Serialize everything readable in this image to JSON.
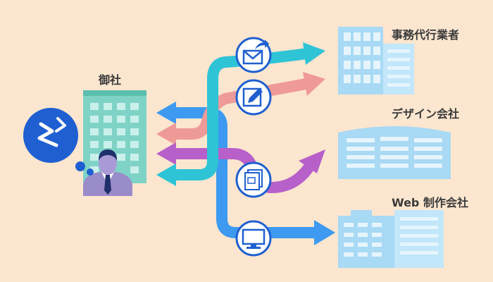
{
  "company": {
    "label": "御社"
  },
  "vendors": [
    {
      "label": "事務代行業者"
    },
    {
      "label": "デザイン会社"
    },
    {
      "label": "Web 制作会社"
    }
  ],
  "icons": [
    "stress-bubble-icon",
    "mail-icon",
    "pen-edit-icon",
    "documents-icon",
    "monitor-icon"
  ],
  "colors": {
    "background": "#fce6cf",
    "mail_flow": "#2ec4d6",
    "edit_flow": "#ee9a98",
    "document_flow": "#b760c9",
    "web_flow": "#3d9af0",
    "building_hq": "#7fd3c6",
    "building_vendor": "#a8d9f5",
    "stress_bubble": "#1f5fd1"
  }
}
